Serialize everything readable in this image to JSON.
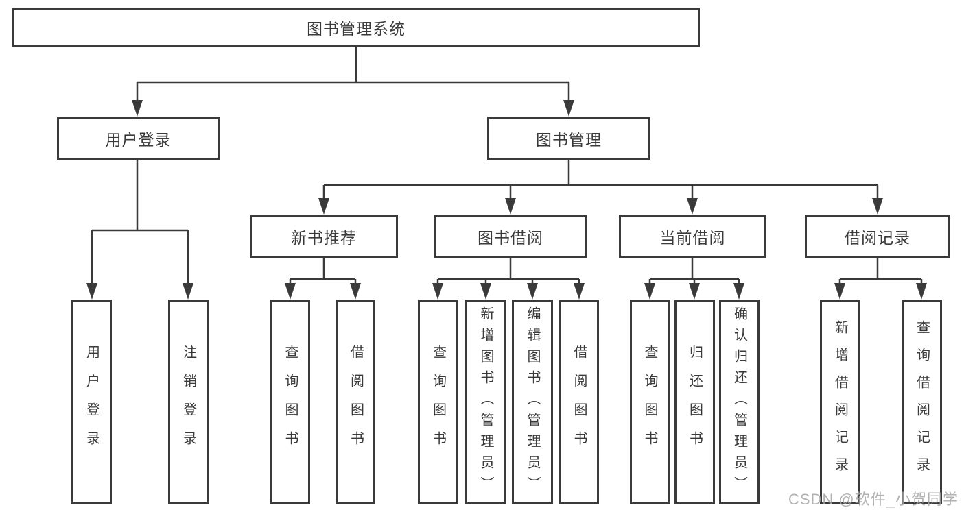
{
  "diagram_title": "图书管理系统",
  "tree": {
    "label": "图书管理系统",
    "children": [
      {
        "label": "用户登录",
        "children": [
          {
            "label": "用户登录"
          },
          {
            "label": "注销登录"
          }
        ]
      },
      {
        "label": "图书管理",
        "children": [
          {
            "label": "新书推荐",
            "children": [
              {
                "label": "查询图书"
              },
              {
                "label": "借阅图书"
              }
            ]
          },
          {
            "label": "图书借阅",
            "children": [
              {
                "label": "查询图书"
              },
              {
                "label": "新增图书（管理员）"
              },
              {
                "label": "编辑图书（管理员）"
              },
              {
                "label": "借阅图书"
              }
            ]
          },
          {
            "label": "当前借阅",
            "children": [
              {
                "label": "查询图书"
              },
              {
                "label": "归还图书"
              },
              {
                "label": "确认归还（管理员）"
              }
            ]
          },
          {
            "label": "借阅记录",
            "children": [
              {
                "label": "新增借阅记录"
              },
              {
                "label": "查询借阅记录"
              }
            ]
          }
        ]
      }
    ]
  },
  "watermark": "CSDN @软件_小贺同学",
  "colors": {
    "line": "#3a3a3a",
    "box_border": "#3a3a3a",
    "text": "#3a3a3a",
    "watermark": "#a4a4a4",
    "background": "#ffffff"
  }
}
